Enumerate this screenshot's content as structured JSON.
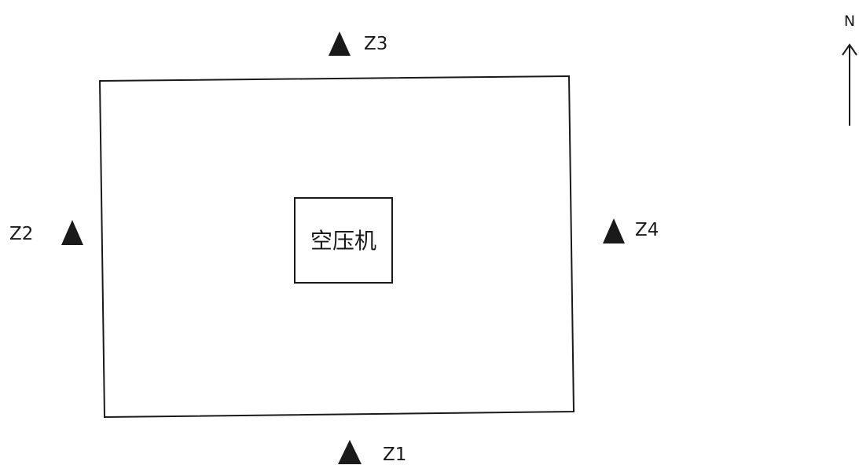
{
  "equipment": {
    "label": "空压机"
  },
  "monitoring_points": [
    {
      "id": "z1",
      "label": "Z1",
      "side": "south"
    },
    {
      "id": "z2",
      "label": "Z2",
      "side": "west"
    },
    {
      "id": "z3",
      "label": "Z3",
      "side": "north"
    },
    {
      "id": "z4",
      "label": "Z4",
      "side": "east"
    }
  ],
  "north_arrow": {
    "label": "N"
  },
  "colors": {
    "line": "#1a1a1a",
    "marker": "#1a1a1a",
    "background": "#ffffff"
  }
}
